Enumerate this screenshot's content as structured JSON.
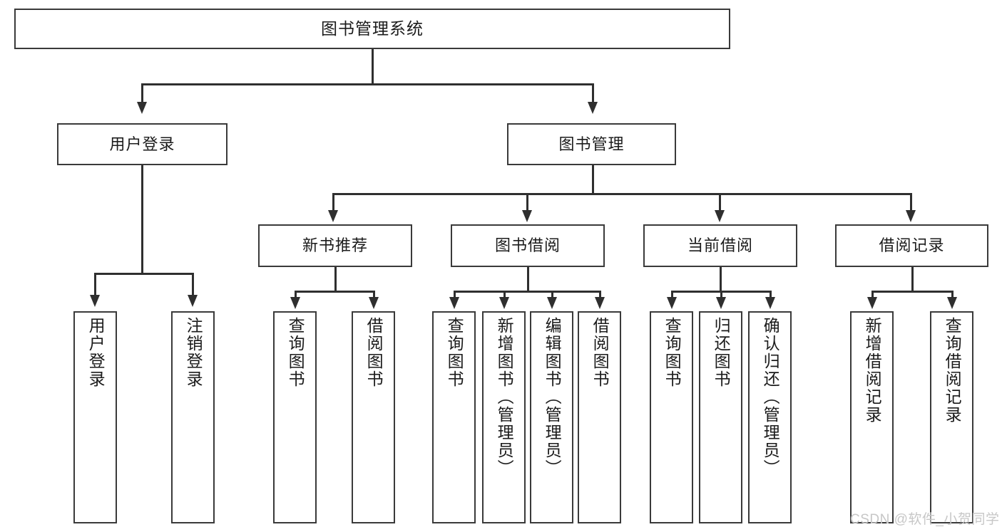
{
  "diagram": {
    "title": "图书管理系统",
    "watermark": "CSDN @软件_小贺同学",
    "colors": {
      "box_border": "#3a3a3a",
      "connector": "#2f2f2f",
      "background": "#ffffff",
      "text": "#1b1b1b",
      "watermark": "#c7c7c7"
    },
    "nodes": {
      "root": {
        "label": "图书管理系统"
      },
      "level2": [
        {
          "label": "用户登录"
        },
        {
          "label": "图书管理"
        }
      ],
      "level3": [
        {
          "label": "新书推荐"
        },
        {
          "label": "图书借阅"
        },
        {
          "label": "当前借阅"
        },
        {
          "label": "借阅记录"
        }
      ],
      "leaves": {
        "user_login": [
          {
            "label": "用户登录"
          },
          {
            "label": "注销登录"
          }
        ],
        "new_book_recommend": [
          {
            "label": "查询图书"
          },
          {
            "label": "借阅图书"
          }
        ],
        "book_borrow": [
          {
            "label": "查询图书"
          },
          {
            "label": "新增图书（管理员）"
          },
          {
            "label": "编辑图书（管理员）"
          },
          {
            "label": "借阅图书"
          }
        ],
        "current_borrow": [
          {
            "label": "查询图书"
          },
          {
            "label": "归还图书"
          },
          {
            "label": "确认归还（管理员）"
          }
        ],
        "borrow_record": [
          {
            "label": "新增借阅记录"
          },
          {
            "label": "查询借阅记录"
          }
        ]
      }
    }
  }
}
